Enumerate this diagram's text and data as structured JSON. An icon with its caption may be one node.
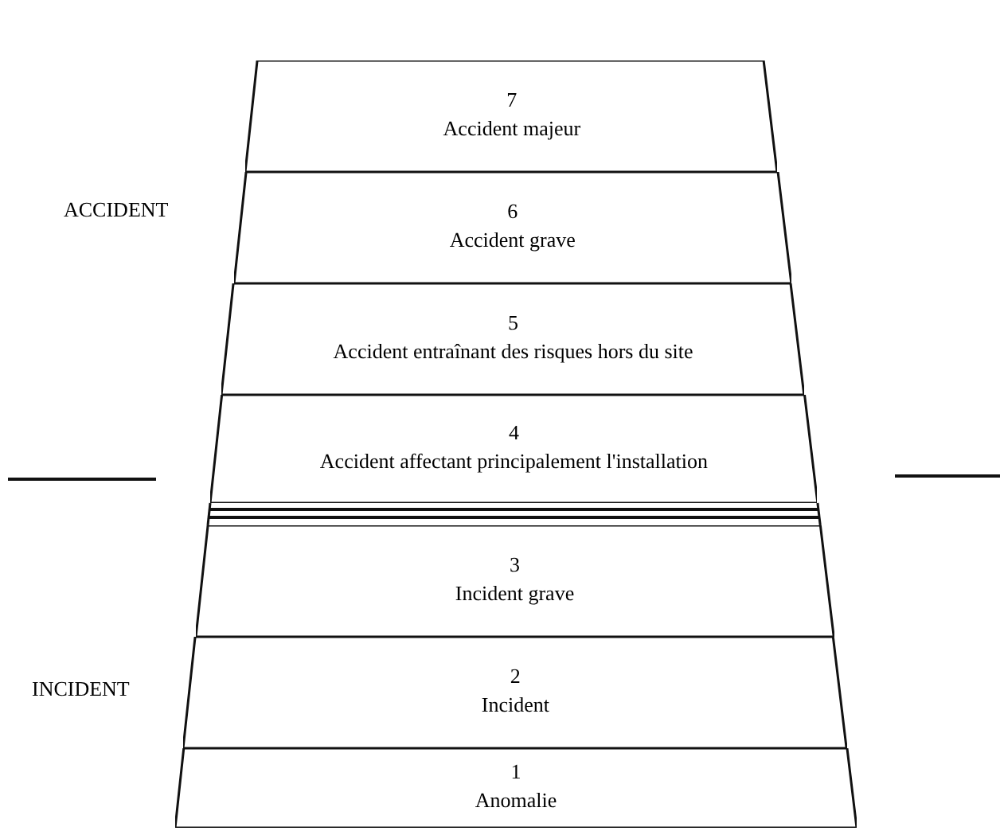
{
  "diagram": {
    "nodes": [
      {
        "text": [
          "7",
          "Accident majeur"
        ]
      },
      {
        "text": [
          "6",
          "Accident grave"
        ]
      },
      {
        "text": [
          "5",
          "Accident entraînant des risques hors du site"
        ]
      },
      {
        "text": [
          "4",
          "Accident affectant principalement l'installation"
        ]
      },
      {
        "text": [
          "3",
          "Incident grave"
        ]
      },
      {
        "text": [
          "2",
          "Incident"
        ]
      },
      {
        "text": [
          "1",
          "Anomalie"
        ]
      }
    ],
    "labels": [
      "ACCIDENT",
      "INCIDENT"
    ]
  }
}
